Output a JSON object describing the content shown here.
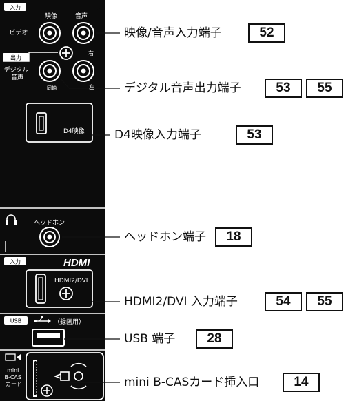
{
  "panel": {
    "av_input_tag": "入力",
    "video_header": "映像",
    "audio_header": "音声",
    "video_label": "ビデオ",
    "right_mark": "右",
    "output_tag": "出力",
    "digital_audio_label": "デジタル\n音声",
    "shared_mark": "同軸",
    "left_mark": "左",
    "d4_label": "D4映像",
    "headphone_label": "ヘッドホン",
    "hdmi_input_tag": "入力",
    "hdmi_logo": "HDMI",
    "hdmi_port_label": "HDMI2/DVI",
    "usb_tag": "USB",
    "usb_note": "（録画用）",
    "bcas_label": "mini\nB-CAS\nカード"
  },
  "callouts": [
    {
      "label": "映像/音声入力端子",
      "pages": [
        "52"
      ]
    },
    {
      "label": "デジタル音声出力端子",
      "pages": [
        "53",
        "55"
      ]
    },
    {
      "label": "D4映像入力端子",
      "pages": [
        "53"
      ]
    },
    {
      "label": "ヘッドホン端子",
      "pages": [
        "18"
      ]
    },
    {
      "label": "HDMI2/DVI 入力端子",
      "pages": [
        "54",
        "55"
      ]
    },
    {
      "label": "USB 端子",
      "pages": [
        "28"
      ]
    },
    {
      "label": "mini B-CASカード挿入口",
      "pages": [
        "14"
      ]
    }
  ]
}
